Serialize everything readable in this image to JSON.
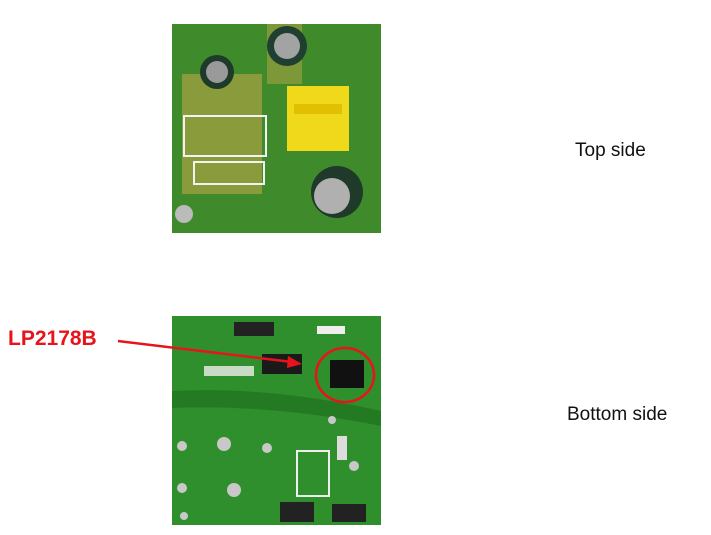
{
  "figure": {
    "top_caption": "Top side",
    "bottom_caption": "Bottom side",
    "chip_callout": "LP2178B",
    "callout_color": "#e8141c"
  }
}
